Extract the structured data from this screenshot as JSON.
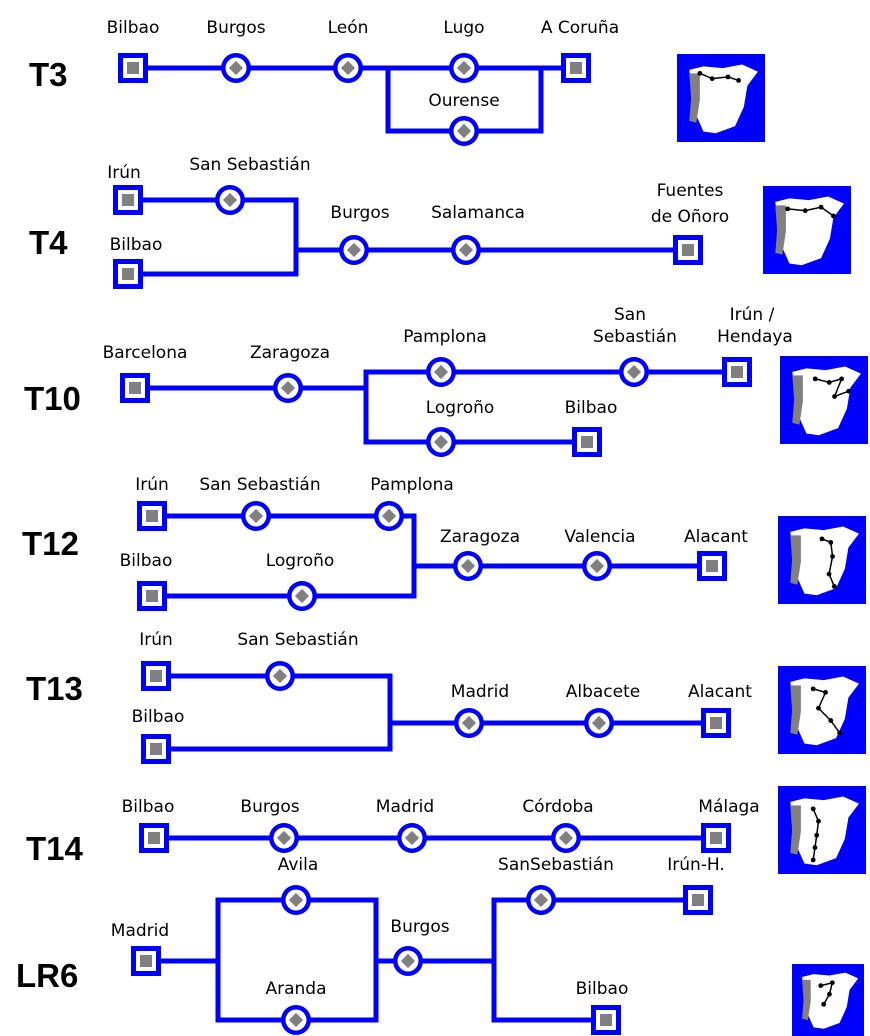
{
  "colors": {
    "track": "#0000ff",
    "marker_fill": "#808080",
    "background": "#ffffff"
  },
  "routes": [
    {
      "id": "T3",
      "stations": [
        "Bilbao",
        "Burgos",
        "León",
        "Lugo",
        "A Coruña",
        "Ourense"
      ]
    },
    {
      "id": "T4",
      "stations": [
        "Irún",
        "San Sebastián",
        "Bilbao",
        "Burgos",
        "Salamanca",
        "Fuentes",
        "de Oñoro"
      ]
    },
    {
      "id": "T10",
      "stations": [
        "Barcelona",
        "Zaragoza",
        "Pamplona",
        "San",
        "Sebastián",
        "Irún /",
        "Hendaya",
        "Logroño",
        "Bilbao"
      ]
    },
    {
      "id": "T12",
      "stations": [
        "Irún",
        "San Sebastián",
        "Pamplona",
        "Zaragoza",
        "Valencia",
        "Alacant",
        "Bilbao",
        "Logroño"
      ]
    },
    {
      "id": "T13",
      "stations": [
        "Irún",
        "San Sebastián",
        "Madrid",
        "Albacete",
        "Alacant",
        "Bilbao"
      ]
    },
    {
      "id": "T14",
      "stations": [
        "Bilbao",
        "Burgos",
        "Madrid",
        "Córdoba",
        "Málaga"
      ]
    },
    {
      "id": "LR6",
      "stations": [
        "Avila",
        "SanSebastián",
        "Irún-H.",
        "Madrid",
        "Burgos",
        "Aranda",
        "Bilbao"
      ]
    }
  ]
}
